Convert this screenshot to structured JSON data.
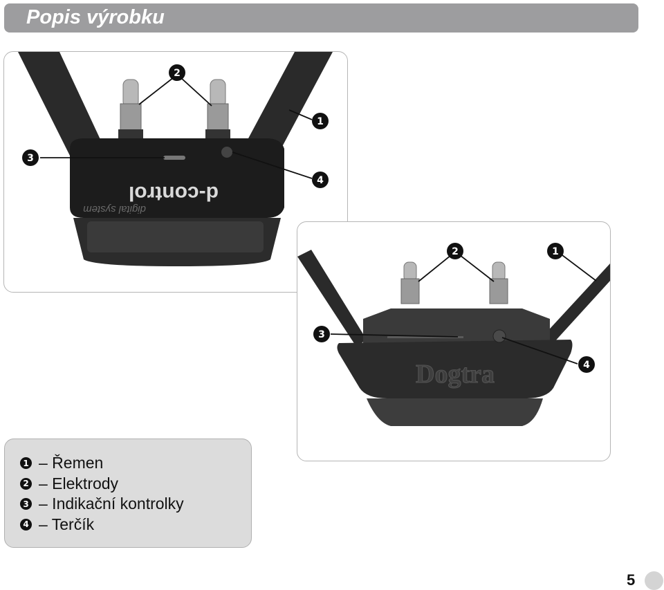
{
  "header": {
    "title": "Popis výrobku"
  },
  "photo1": {
    "callouts": [
      "1",
      "2",
      "3",
      "4"
    ],
    "logo_text": "d-control",
    "logo_sub": "digital system"
  },
  "photo2": {
    "callouts": [
      "1",
      "2",
      "3",
      "4"
    ],
    "logo_text": "Dogtra"
  },
  "legend": {
    "items": [
      {
        "num": "1",
        "label": "– Řemen"
      },
      {
        "num": "2",
        "label": "– Elektrody"
      },
      {
        "num": "3",
        "label": "– Indikační kontrolky"
      },
      {
        "num": "4",
        "label": "– Terčík"
      }
    ]
  },
  "footer": {
    "page_number": "5"
  }
}
